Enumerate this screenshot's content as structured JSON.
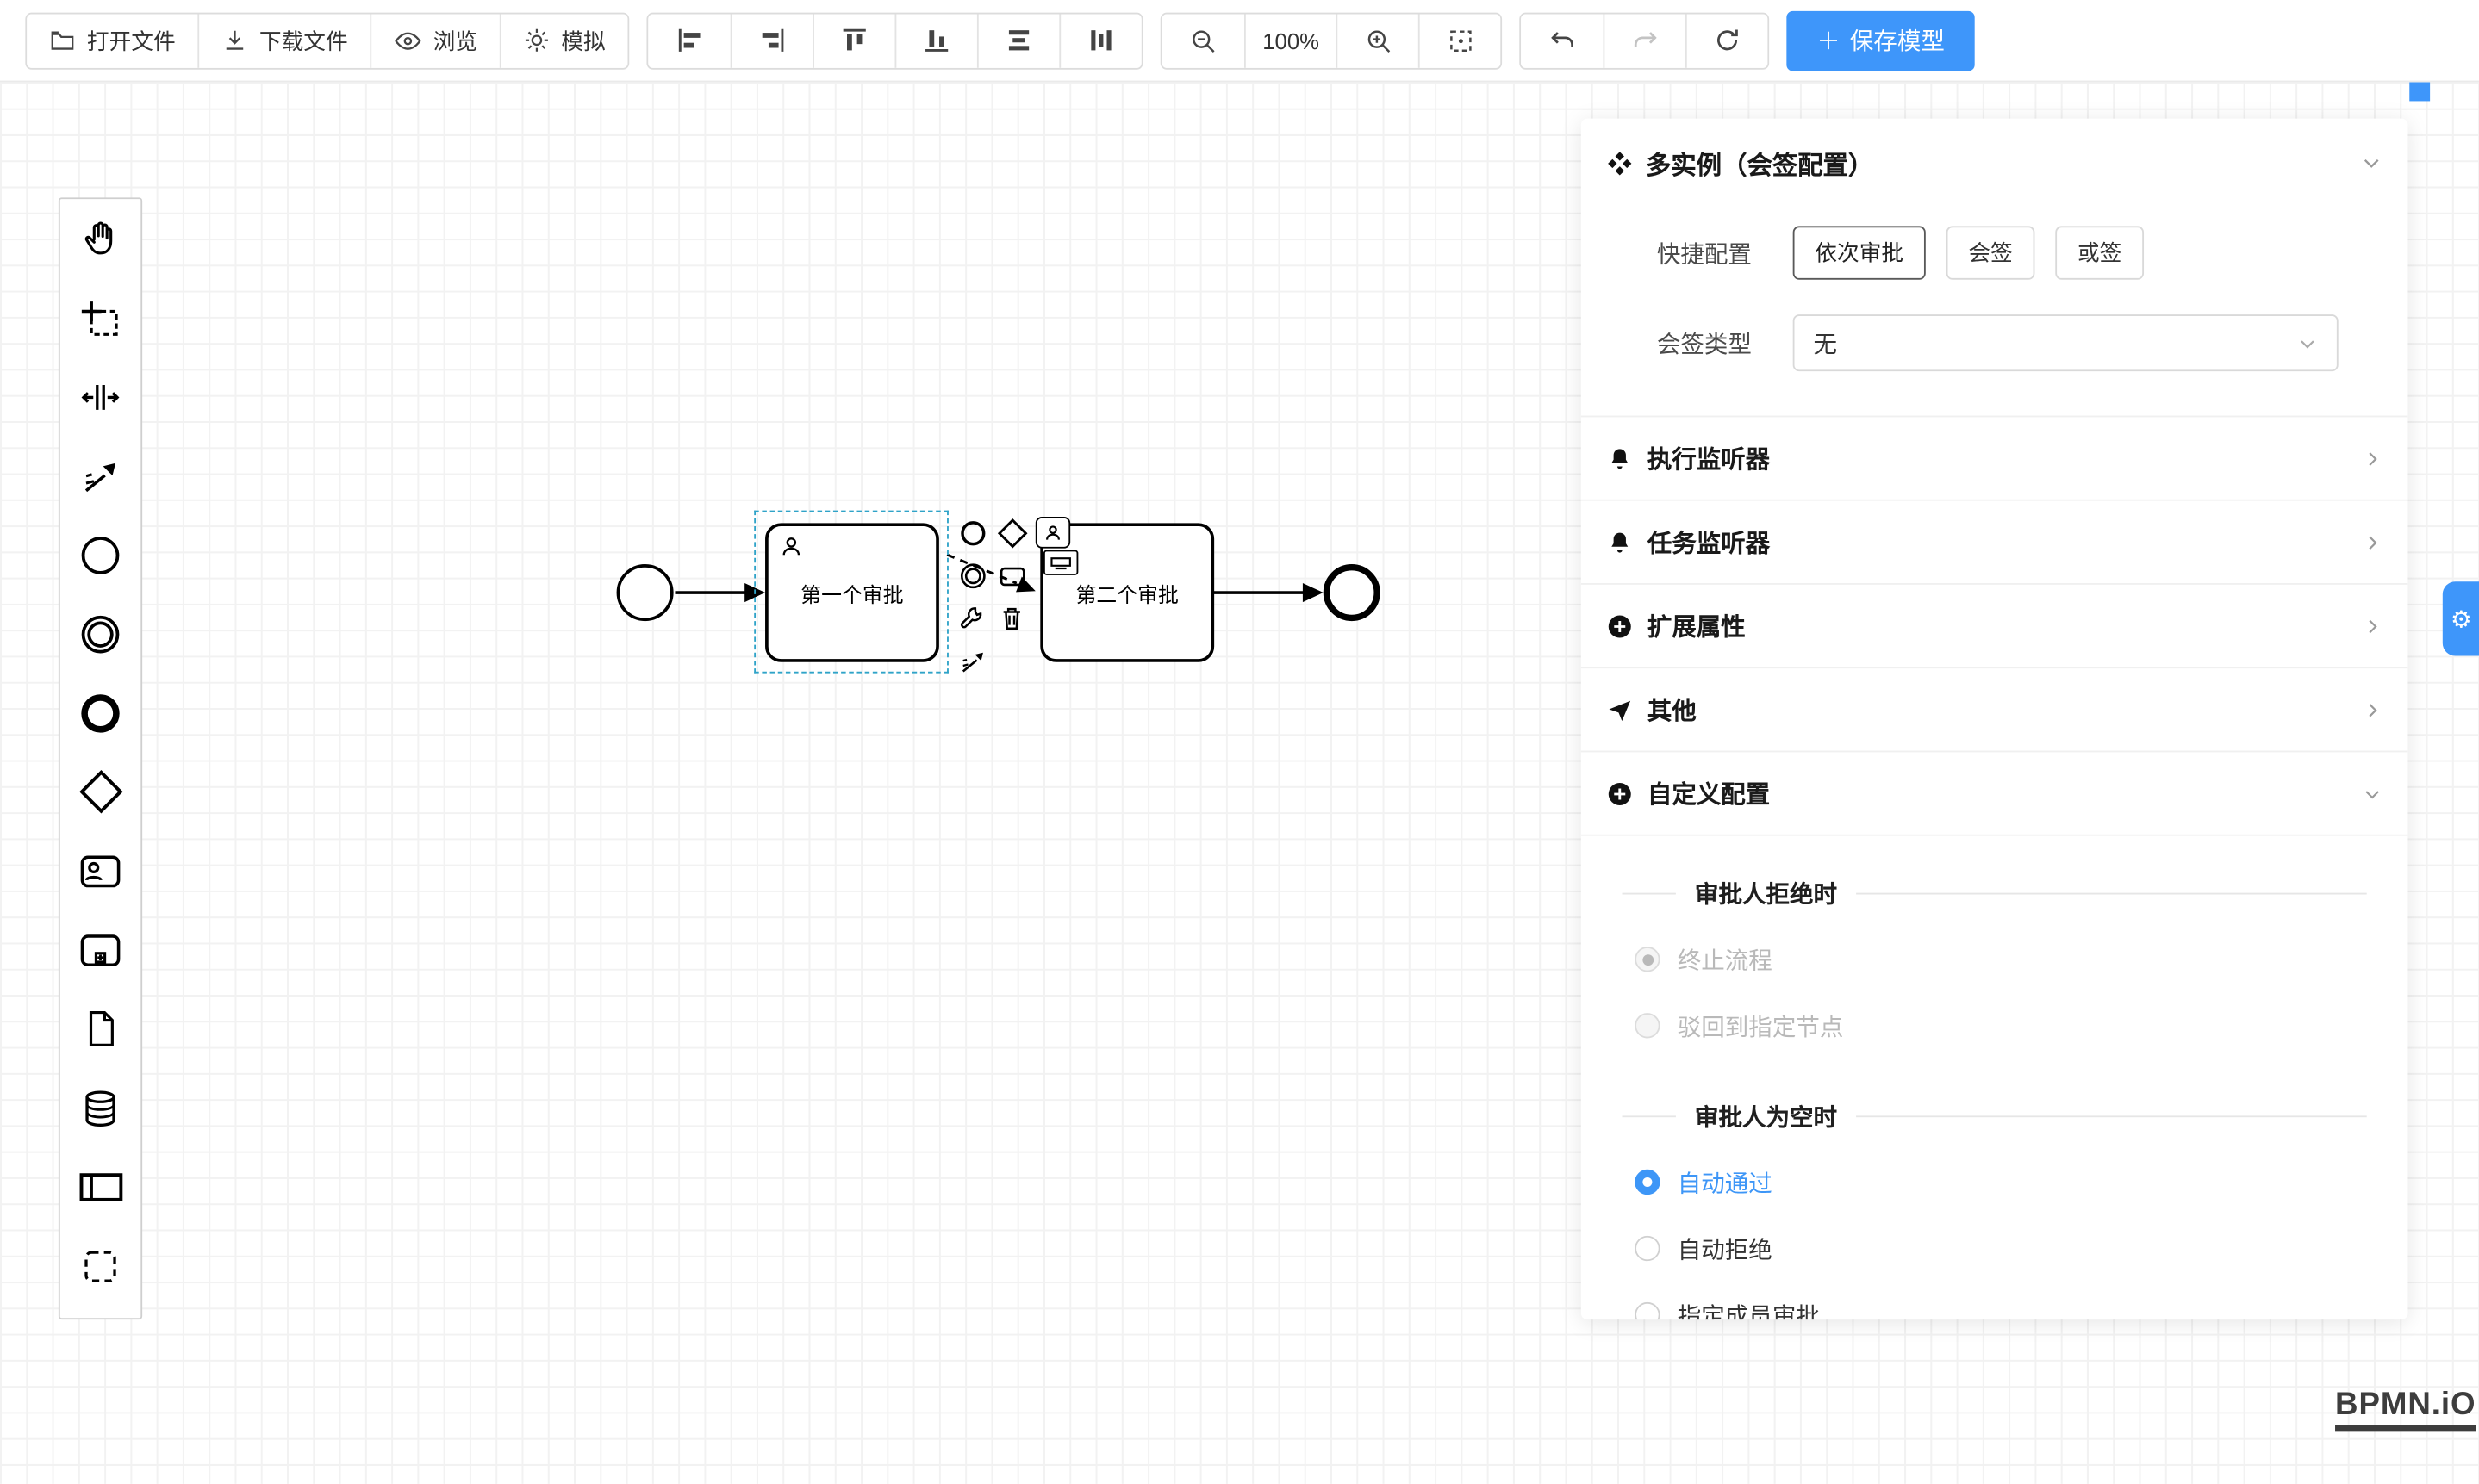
{
  "toolbar": {
    "open": "打开文件",
    "download": "下载文件",
    "preview": "浏览",
    "simulate": "模拟",
    "zoom_level": "100%",
    "save_plus": "＋",
    "save": "保存模型"
  },
  "canvas": {
    "task1": "第一个审批",
    "task2": "第二个审批",
    "logo": "BPMN.iO"
  },
  "panel": {
    "title": "多实例（会签配置）",
    "quick_label": "快捷配置",
    "quick_options": [
      {
        "label": "依次审批"
      },
      {
        "label": "会签"
      },
      {
        "label": "或签"
      }
    ],
    "type_label": "会签类型",
    "type_value": "无",
    "sections": [
      {
        "label": "执行监听器"
      },
      {
        "label": "任务监听器"
      },
      {
        "label": "扩展属性"
      },
      {
        "label": "其他"
      },
      {
        "label": "自定义配置"
      }
    ],
    "reject_group": {
      "title": "审批人拒绝时",
      "options": [
        "终止流程",
        "驳回到指定节点"
      ]
    },
    "empty_group": {
      "title": "审批人为空时",
      "options": [
        "自动通过",
        "自动拒绝",
        "指定成员审批"
      ]
    }
  },
  "colors": {
    "accent": "#3E96FA",
    "radio_blue": "#3D96F7",
    "selection": "#2fa3c8"
  }
}
